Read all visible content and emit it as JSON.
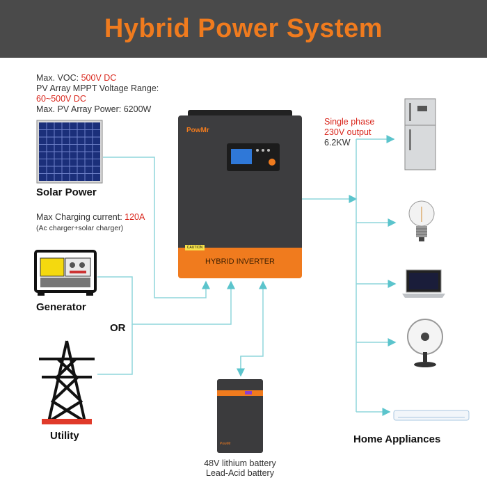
{
  "header": {
    "title": "Hybrid Power System"
  },
  "pv_specs": {
    "voc_label": "Max. VOC: ",
    "voc_value": "500V DC",
    "mppt_label": "PV Array MPPT Voltage Range:",
    "mppt_value": "60~500V DC",
    "power": "Max. PV Array Power: 6200W"
  },
  "solar": {
    "label": "Solar Power"
  },
  "charging": {
    "label": "Max Charging current: ",
    "value": "120A",
    "note": "(Ac charger+solar charger)"
  },
  "generator": {
    "label": "Generator"
  },
  "or_label": "OR",
  "utility": {
    "label": "Utility"
  },
  "inverter": {
    "brand": "PowMr",
    "band_label": "HYBRID INVERTER",
    "caution": "CAUTION"
  },
  "output": {
    "line1": "Single phase",
    "line2": "230V output",
    "line3": "6.2KW"
  },
  "battery": {
    "brand": "PowMr",
    "line1": "48V lithium battery",
    "line2": "Lead-Acid battery"
  },
  "appliances": {
    "label": "Home Appliances"
  },
  "colors": {
    "accent": "#f07b1e",
    "header_bg": "#4a4a4a",
    "wire": "#8fd6dc",
    "spec_red": "#d9261c"
  }
}
